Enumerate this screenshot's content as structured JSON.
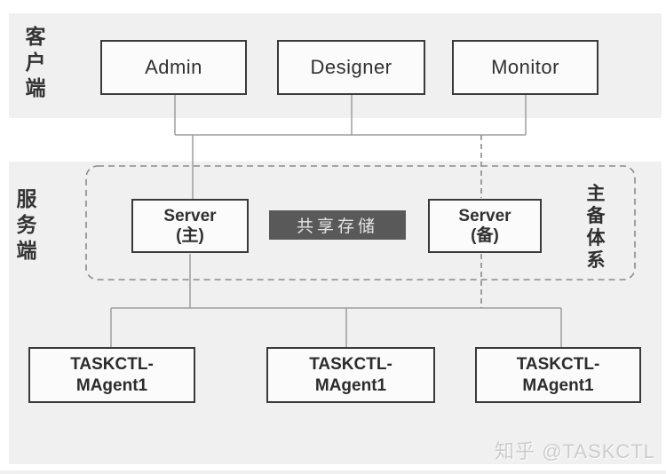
{
  "sections": {
    "client": {
      "label": "客户端",
      "chars": [
        "客",
        "户",
        "端"
      ]
    },
    "server": {
      "label": "服务端",
      "chars": [
        "服",
        "务",
        "端"
      ]
    },
    "cluster": {
      "label": "主备体系",
      "chars": [
        "主",
        "备",
        "体",
        "系"
      ]
    }
  },
  "client_nodes": [
    {
      "label": "Admin"
    },
    {
      "label": "Designer"
    },
    {
      "label": "Monitor"
    }
  ],
  "server_nodes": {
    "primary": {
      "line1": "Server",
      "line2": "(主)"
    },
    "standby": {
      "line1": "Server",
      "line2": "(备)"
    },
    "shared_storage": {
      "label": "共享存储"
    }
  },
  "agent_nodes": [
    {
      "line1": "TASKCTL-",
      "line2": "MAgent1"
    },
    {
      "line1": "TASKCTL-",
      "line2": "MAgent1"
    },
    {
      "line1": "TASKCTL-",
      "line2": "MAgent1"
    }
  ],
  "watermark": {
    "text": "知乎 @TASKCTL"
  },
  "colors": {
    "section_band": "#f0f0f1",
    "node_border": "#3a3a3a",
    "node_fill": "#fbfbfb",
    "dark_node_bg": "#595959",
    "dark_node_text": "#e4e4e4",
    "solid_wire": "#9e9e9e",
    "dashed_wire": "#8a8a8a",
    "watermark_text": "#cccccc"
  }
}
